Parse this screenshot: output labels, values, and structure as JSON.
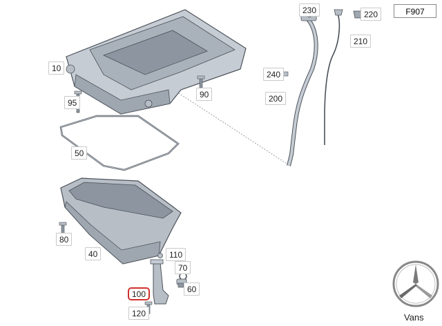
{
  "sheet_code": "F907",
  "brand": {
    "label": "Vans"
  },
  "callouts": {
    "p10": "10",
    "p40": "40",
    "p50": "50",
    "p60": "60",
    "p70": "70",
    "p80": "80",
    "p90": "90",
    "p95": "95",
    "p100": "100",
    "p110": "110",
    "p120": "120",
    "p200": "200",
    "p210": "210",
    "p220": "220",
    "p230": "230",
    "p240": "240"
  },
  "highlighted_part": "100",
  "colors": {
    "part_fill": "#c6ccd3",
    "part_shade": "#8c95a0",
    "outline": "#4a5058",
    "highlight": "#d0312d"
  }
}
